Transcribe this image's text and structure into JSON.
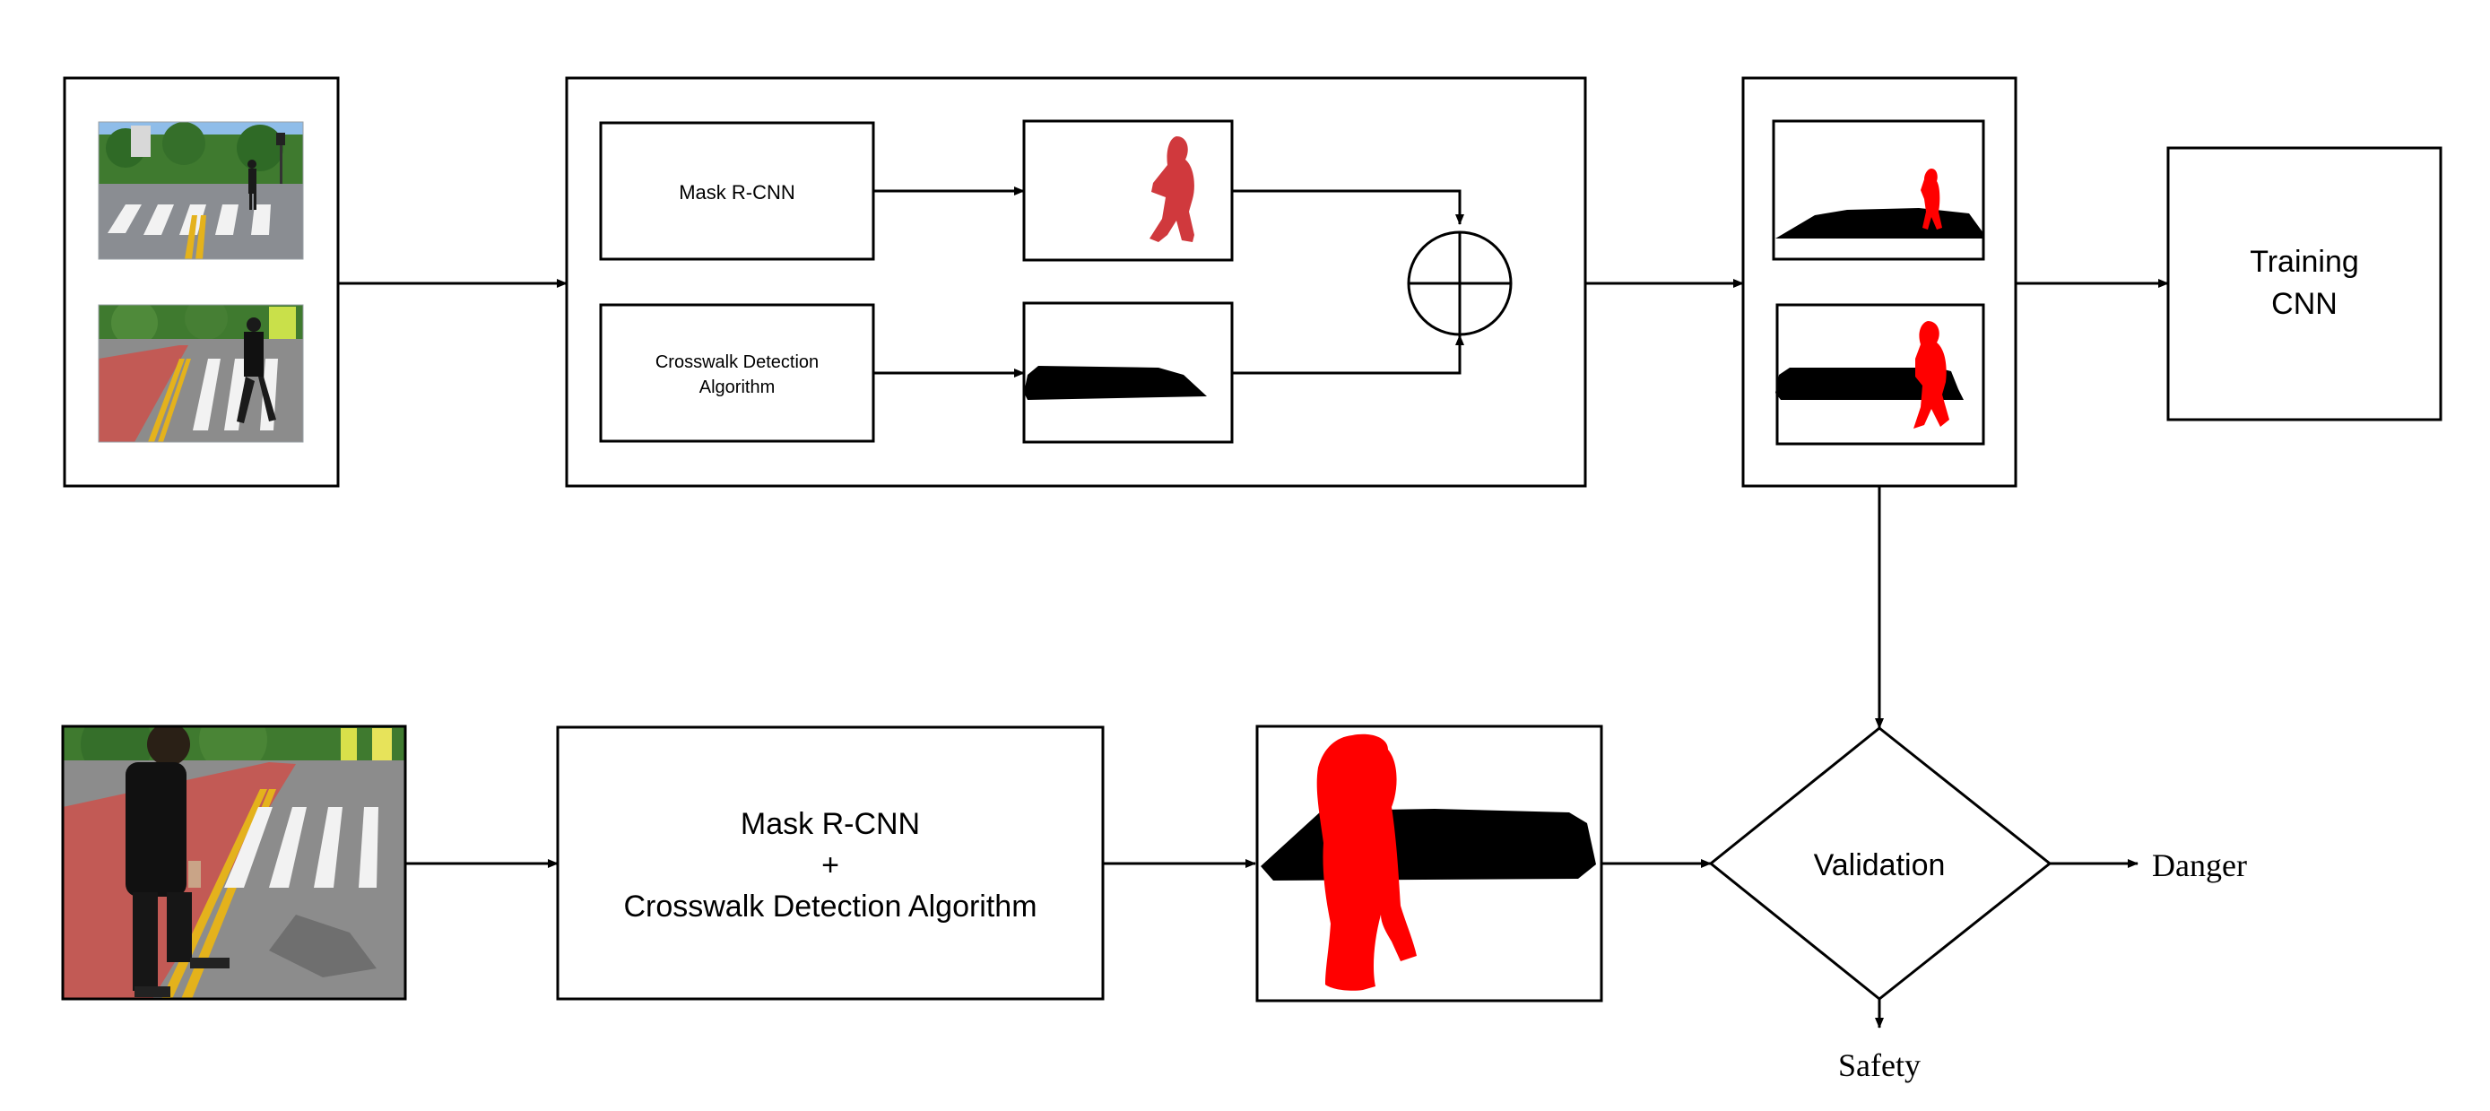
{
  "colors": {
    "line": "#000000",
    "pedestrian_mask_pink": "#d0393d",
    "pedestrian_mask_red": "#ff0000",
    "crosswalk_mask": "#000000",
    "sky": "#7fb3e6",
    "tree": "#3f7a2f",
    "road": "#8c8c8c",
    "red_lane": "#c25a55",
    "stripe": "#f2f2f2",
    "yellow_line": "#e4b21c"
  },
  "stage1": {
    "mask_rcnn_label": "Mask R-CNN",
    "crosswalk_label_line1": "Crosswalk Detection",
    "crosswalk_label_line2": "Algorithm"
  },
  "training": {
    "line1": "Training",
    "line2": "CNN"
  },
  "stage2": {
    "line1": "Mask R-CNN",
    "line2": "+",
    "line3": "Crosswalk Detection Algorithm"
  },
  "decision": {
    "label": "Validation",
    "danger": "Danger",
    "safety": "Safety"
  }
}
